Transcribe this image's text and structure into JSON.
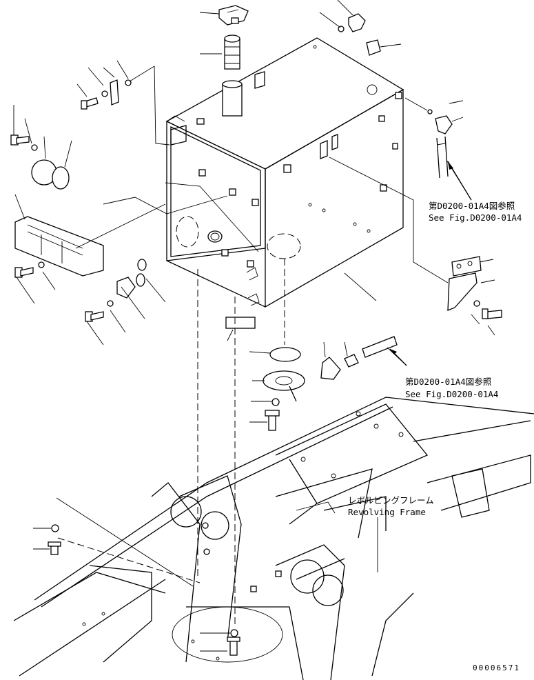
{
  "references": [
    {
      "jp": "第D0200-01A4図参照",
      "en": "See Fig.D0200-01A4"
    },
    {
      "jp": "第D0200-01A4図参照",
      "en": "See Fig.D0200-01A4"
    }
  ],
  "frame_label": {
    "jp": "レボルビングフレーム",
    "en": "Revolving Frame"
  },
  "drawing_code": "00006571"
}
